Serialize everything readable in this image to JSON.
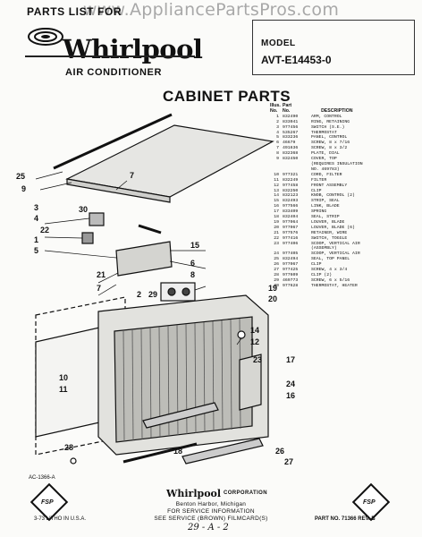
{
  "watermark": "www.AppliancePartsPros.com",
  "header": {
    "parts_list_label": "PARTS LIST FOR",
    "brand": "Whirlpool",
    "product": "AIR CONDITIONER",
    "model_label": "MODEL",
    "model_number": "AVT-E14453-0"
  },
  "section_title": "CABINET PARTS",
  "parts_table": {
    "header_row1": [
      "Illus.",
      "Part",
      ""
    ],
    "header_row2": [
      "No.",
      "No.",
      "DESCRIPTION"
    ],
    "rows": [
      [
        "1",
        "832490",
        "ARM, CONTROL"
      ],
      [
        "2",
        "833041",
        "RING, RETAINING"
      ],
      [
        "3",
        "977456",
        "SWITCH (S.E.)"
      ],
      [
        "4",
        "535267",
        "THERMOSTAT"
      ],
      [
        "5",
        "833236",
        "PANEL, CONTROL"
      ],
      [
        "6",
        "46679",
        "SCREW, 8 x 7/16"
      ],
      [
        "7",
        "491636",
        "SCREW, 8 x 3/2"
      ],
      [
        "8",
        "832368",
        "PLATE, DIAL"
      ],
      [
        "9",
        "832450",
        "COVER, TOP"
      ],
      [
        "",
        "",
        "(REQUIRES INSULATION"
      ],
      [
        "",
        "",
        "NO. 469783)"
      ],
      [
        "10",
        "977321",
        "CORD, FILTER"
      ],
      [
        "11",
        "832249",
        "FILTER"
      ],
      [
        "12",
        "977458",
        "FRONT ASSEMBLY"
      ],
      [
        "13",
        "832250",
        "CLIP"
      ],
      [
        "14",
        "832123",
        "KNOB, CONTROL (2)"
      ],
      [
        "15",
        "832493",
        "STRIP, SEAL"
      ],
      [
        "16",
        "977566",
        "LINK, BLADE"
      ],
      [
        "17",
        "833409",
        "SPRING"
      ],
      [
        "18",
        "832404",
        "SEAL, STRIP"
      ],
      [
        "19",
        "977064",
        "LOUVER, BLADE"
      ],
      [
        "20",
        "977067",
        "LOUVER, BLADE (6)"
      ],
      [
        "21",
        "977576",
        "RETAINER, WIRE"
      ],
      [
        "22",
        "977416",
        "SWITCH, TOGGLE"
      ],
      [
        "23",
        "977406",
        "SCOOP, VERTICAL AIR"
      ],
      [
        "",
        "",
        "(ASSEMBLY)"
      ],
      [
        "24",
        "977405",
        "SCOOP, VERTICAL AIR"
      ],
      [
        "25",
        "832494",
        "SEAL, TOP PANEL"
      ],
      [
        "26",
        "977067",
        "CLIP"
      ],
      [
        "27",
        "977425",
        "SCREW, 4 x 3/4"
      ],
      [
        "28",
        "977609",
        "CLIP (2)"
      ],
      [
        "29",
        "469773",
        "SCREW, 6 x 5/16"
      ],
      [
        "30",
        "977628",
        "THERMOSTAT, HEATER"
      ]
    ]
  },
  "callouts": [
    "25",
    "9",
    "7",
    "3",
    "4",
    "30",
    "22",
    "1",
    "5",
    "15",
    "6",
    "8",
    "21",
    "7",
    "2",
    "29",
    "19",
    "20",
    "14",
    "12",
    "10",
    "11",
    "23",
    "17",
    "24",
    "16",
    "26",
    "27",
    "28",
    "18"
  ],
  "diagram_label": "AC-1366-A",
  "footer": {
    "brand": "Whirlpool",
    "corp": "CORPORATION",
    "city": "Benton Harbor, Michigan",
    "service_line1": "FOR SERVICE INFORMATION",
    "service_line2": "SEE SERVICE (BROWN) FILMCARD(S)",
    "handwritten": "29 - A - 2",
    "litho": "3-73 LITHO IN U.S.A.",
    "part_no": "PART NO. 71366 REV. B",
    "seal_text": "FSP"
  }
}
